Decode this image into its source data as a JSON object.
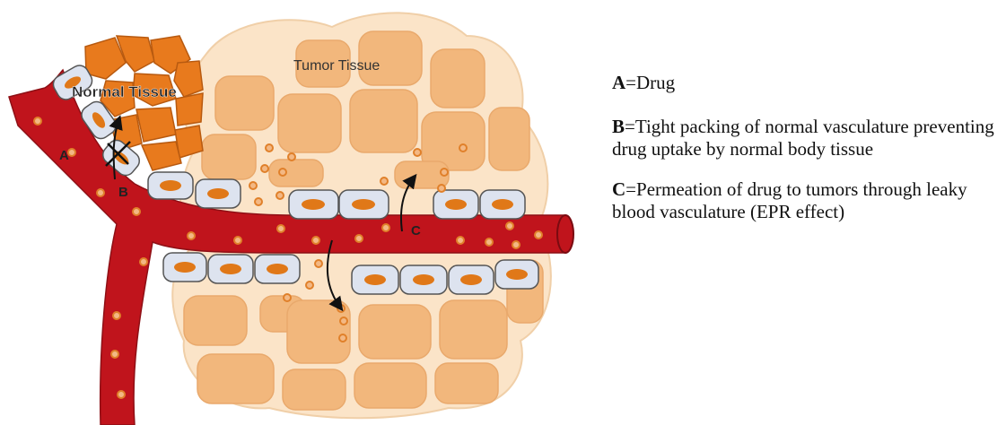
{
  "diagram": {
    "labels": {
      "tumor_tissue": "Tumor Tissue",
      "normal_tissue": "Normal Tissue",
      "a": "A",
      "b": "B",
      "c": "C"
    },
    "colors": {
      "blood_vessel": "#c0141c",
      "tumor_background": "#fbe4c8",
      "tumor_cell": "#f2b77c",
      "normal_cell": "#e87a1d",
      "endothelial_cell": "#dde3ef",
      "nucleus": "#e07818",
      "drug_particle": "#e0802a"
    }
  },
  "legend": [
    {
      "key": "A",
      "text": "=Drug"
    },
    {
      "key": "B",
      "text": "=Tight packing of normal vasculature preventing drug uptake by normal body tissue"
    },
    {
      "key": "C",
      "text": "=Permeation of drug to tumors through leaky blood vasculature (EPR effect)"
    }
  ]
}
